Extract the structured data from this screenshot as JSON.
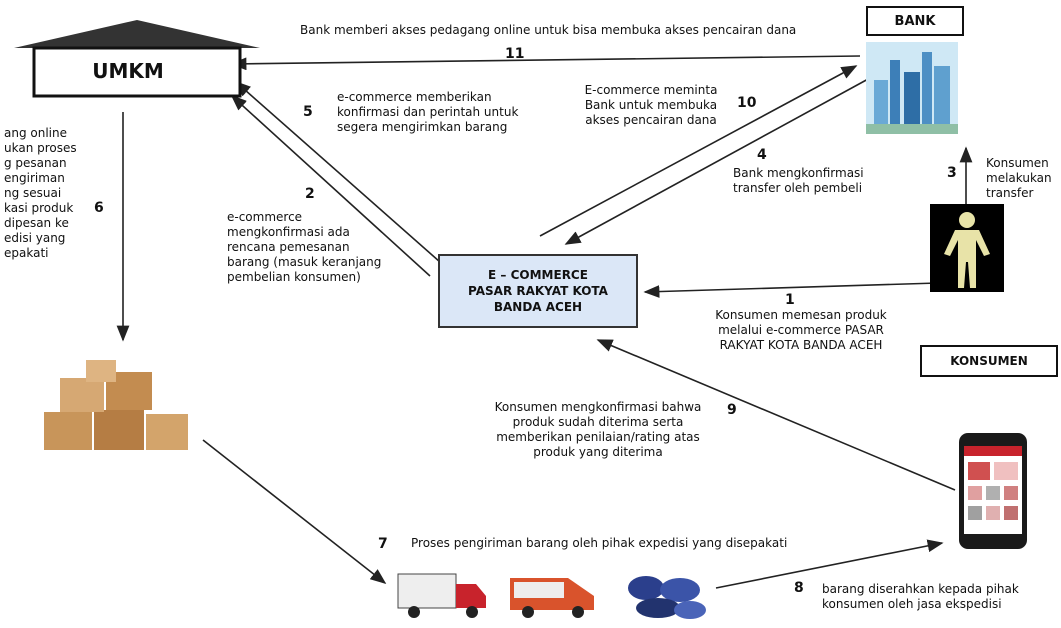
{
  "nodes": {
    "umkm": "UMKM",
    "bank": "BANK",
    "ecommerce": "E – COMMERCE\nPASAR RAKYAT KOTA\nBANDA ACEH",
    "konsumen": "KONSUMEN"
  },
  "steps": [
    {
      "num": "1",
      "text": "Konsumen memesan produk\nmelalui e-commerce PASAR\nRAKYAT KOTA BANDA ACEH"
    },
    {
      "num": "2",
      "text": "e-commerce\nmengkonfirmasi ada\nrencana pemesanan\nbarang (masuk keranjang\npembelian konsumen)"
    },
    {
      "num": "3",
      "text": "Konsumen\nmelakukan\ntransfer"
    },
    {
      "num": "4",
      "text": "Bank mengkonfirmasi\ntransfer oleh pembeli"
    },
    {
      "num": "5",
      "text": "e-commerce memberikan\nkonfirmasi dan perintah untuk\nsegera mengirimkan barang"
    },
    {
      "num": "6",
      "text": "ang online\nukan proses\ng pesanan\nengiriman\nng sesuai\nkasi produk\ndipesan ke\nedisi yang\nepakati"
    },
    {
      "num": "7",
      "text": "Proses pengiriman barang oleh pihak expedisi yang disepakati"
    },
    {
      "num": "8",
      "text": "barang diserahkan kepada pihak\nkonsumen oleh jasa ekspedisi"
    },
    {
      "num": "9",
      "text": "Konsumen mengkonfirmasi bahwa\nproduk sudah diterima serta\nmemberikan penilaian/rating atas\nproduk yang diterima"
    },
    {
      "num": "10",
      "text": "E-commerce meminta\nBank untuk membuka\nakses pencairan dana"
    },
    {
      "num": "11",
      "text": "Bank memberi akses pedagang online untuk bisa membuka akses pencairan dana"
    }
  ],
  "icons": [
    "warehouse-roof-icon",
    "city-buildings-icon",
    "person-icon",
    "cardboard-boxes-icon",
    "truck-icon",
    "van-icon",
    "motorbikes-icon",
    "smartphone-icon"
  ]
}
